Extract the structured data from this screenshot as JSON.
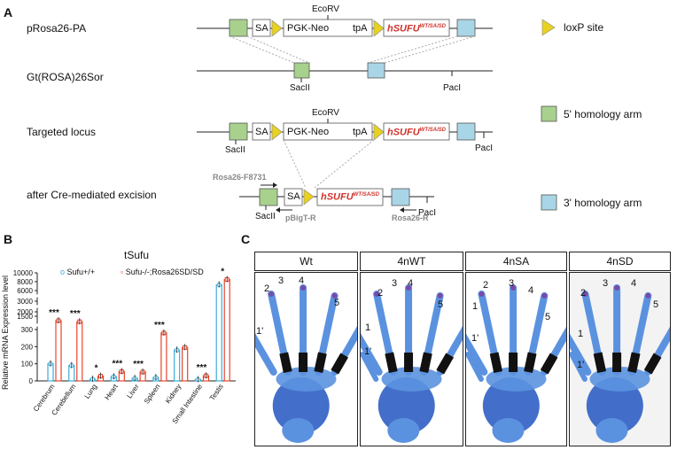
{
  "panel_labels": {
    "a": "A",
    "b": "B",
    "c": "C"
  },
  "panelA": {
    "rows": {
      "r1": "pRosa26-PA",
      "r2": "Gt(ROSA)26Sor",
      "r3": "Targeted locus",
      "r4": "after Cre-mediated excision"
    },
    "elements": {
      "sa": "SA",
      "pgk": "PGK-Neo",
      "tpa": "tpA",
      "hsufu": "hSUFU",
      "hsufu_sup": "WT/SA/SD",
      "ecorv": "EcoRV",
      "sacii": "SacII",
      "paci": "PacI"
    },
    "primers": {
      "f": "Rosa26-F8731",
      "r1": "pBigT-R",
      "r2": "Rosa26-R"
    },
    "legend": {
      "loxp": "loxP site",
      "arm5": "5' homology arm",
      "arm3": "3' homology arm"
    },
    "colors": {
      "arm5": "#a8d18d",
      "arm3": "#a9d6e6",
      "loxp": "#e8d21e",
      "red": "#d0322a"
    }
  },
  "panelB": {
    "chart_data": {
      "type": "bar",
      "title": "tSufu",
      "ylabel": "Relative mRNA Expression level",
      "categories": [
        "Cerebrum",
        "Cerebellum",
        "Lung",
        "Heart",
        "Liver",
        "Spleen",
        "Kidney",
        "Small Intestine",
        "Testis"
      ],
      "yticks": [
        "0",
        "100",
        "200",
        "300",
        "1500",
        "2000",
        "3000",
        "6000",
        "8000",
        "10000"
      ],
      "series": [
        {
          "name": "Sufu+/+",
          "name_sup": "+/+",
          "color": "#3aaed8",
          "values": [
            100,
            90,
            10,
            25,
            15,
            20,
            180,
            8,
            7300
          ]
        },
        {
          "name": "Sufu-/-;Rosa26SD/SD",
          "name_sup": "-/-",
          "name_sup2": "SD/SD",
          "color": "#e8452c",
          "values": [
            1000,
            920,
            28,
            55,
            52,
            280,
            195,
            30,
            8500
          ]
        }
      ],
      "significance": [
        "***",
        "***",
        "*",
        "***",
        "***",
        "***",
        "",
        "***",
        "*"
      ],
      "legend_position": "top"
    }
  },
  "panelC": {
    "titles": [
      "Wt",
      "4nWT",
      "4nSA",
      "4nSD"
    ],
    "digits": {
      "d1": "1",
      "d1p": "1'",
      "d2": "2",
      "d3": "3",
      "d4": "4",
      "d5": "5"
    }
  }
}
